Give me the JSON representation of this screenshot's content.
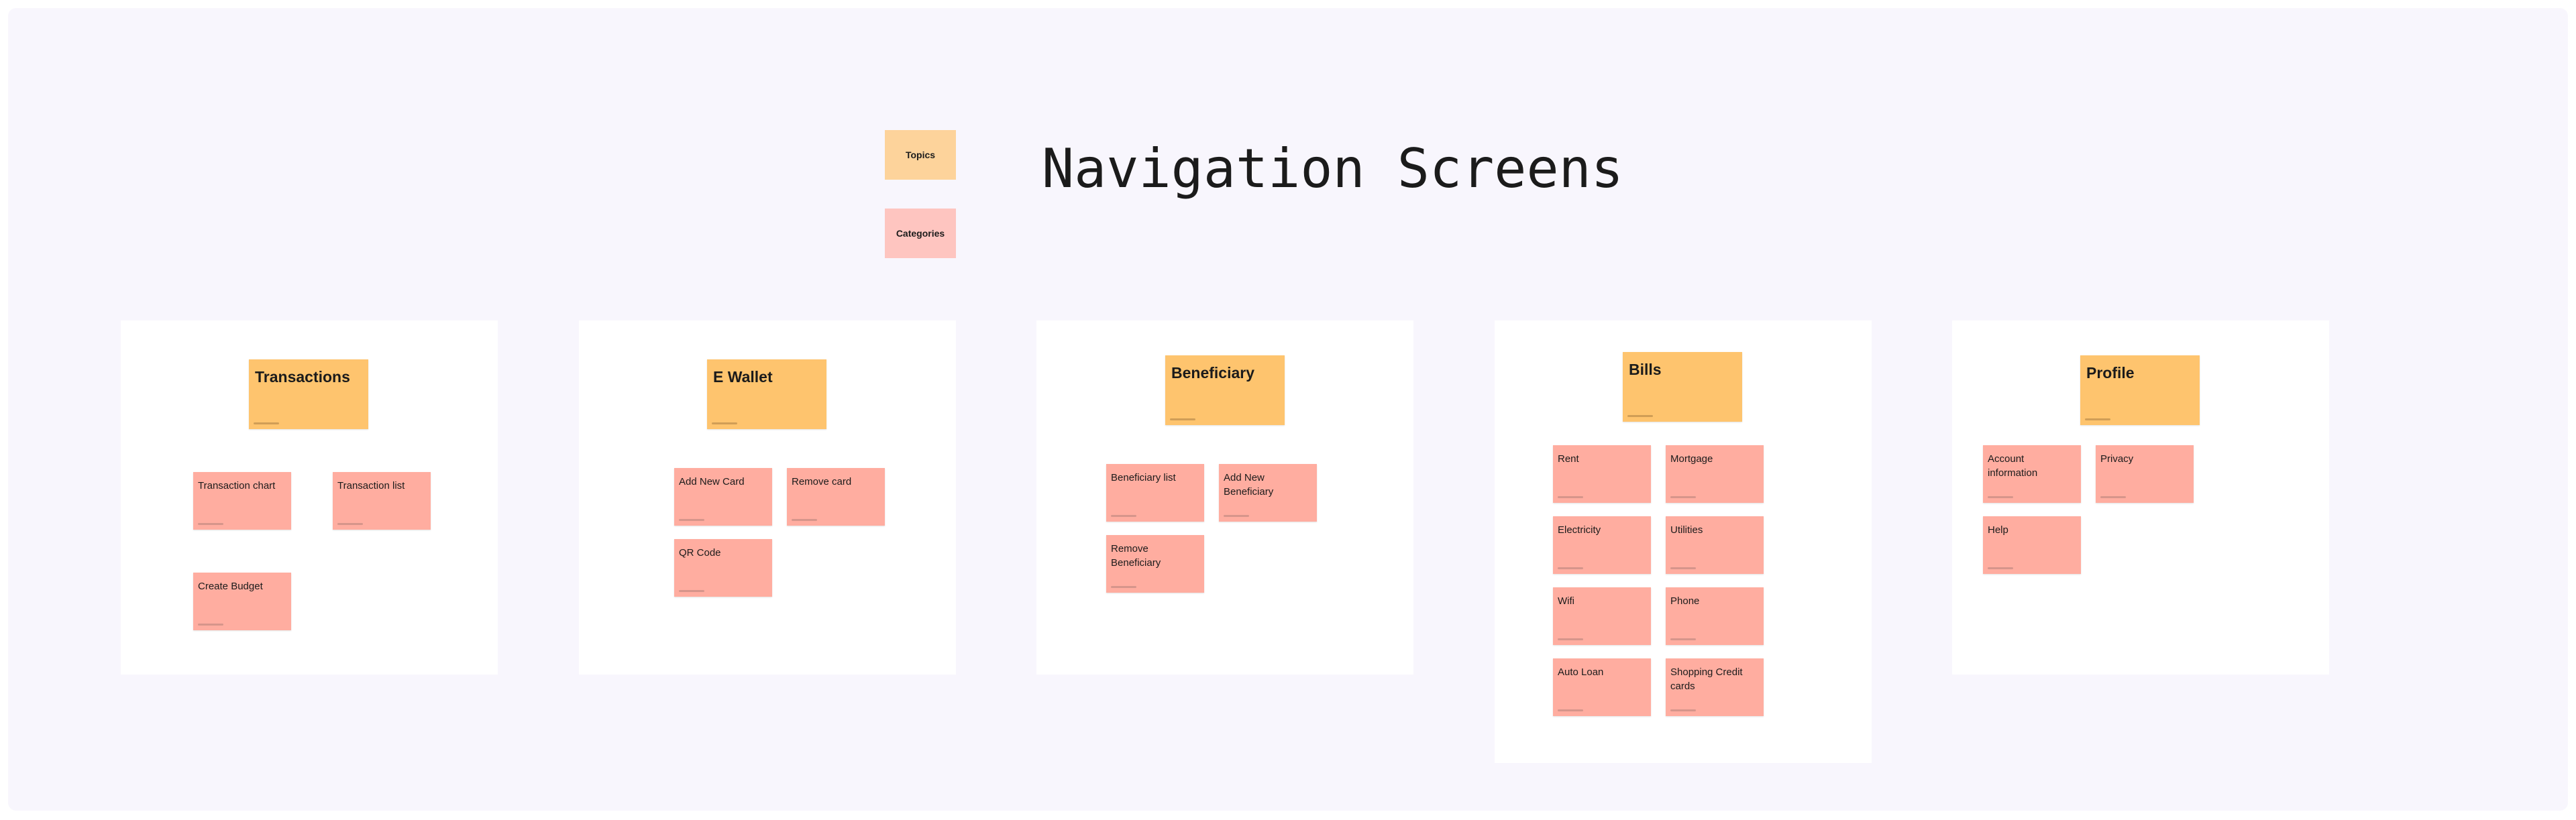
{
  "title": "Navigation Screens",
  "legend": {
    "topics": "Topics",
    "categories": "Categories"
  },
  "colors": {
    "canvas": "#f8f6fd",
    "panel": "#ffffff",
    "topic": "#fec46e",
    "category": "#ffada0",
    "legend_topics": "#fdd39b",
    "legend_categories": "#fec5c0"
  },
  "panels": [
    {
      "topic": "Transactions",
      "items": [
        "Transaction chart",
        "Transaction list",
        "Create Budget"
      ]
    },
    {
      "topic": "E Wallet",
      "items": [
        "Add New Card",
        "Remove card",
        "QR Code"
      ]
    },
    {
      "topic": "Beneficiary",
      "items": [
        "Beneficiary list",
        "Add New Beneficiary",
        "Remove Beneficiary"
      ]
    },
    {
      "topic": "Bills",
      "items": [
        "Rent",
        "Mortgage",
        "Electricity",
        "Utilities",
        "Wifi",
        "Phone",
        "Auto Loan",
        "Shopping Credit cards"
      ]
    },
    {
      "topic": "Profile",
      "items": [
        "Account information",
        "Privacy",
        "Help"
      ]
    }
  ]
}
